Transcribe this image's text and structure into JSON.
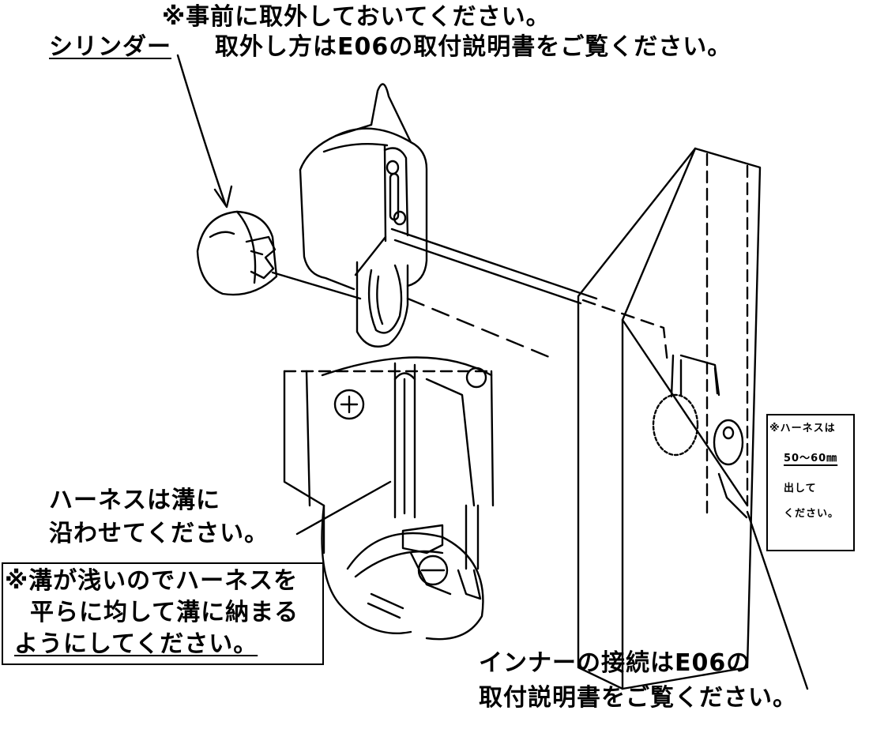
{
  "notes": {
    "top_line1": "※事前に取外しておいてください。",
    "top_line2": "取外し方はE06の取付説明書をご覧ください。",
    "cylinder_label": "シリンダー",
    "harness_groove_line1": "ハーネスは溝に",
    "harness_groove_line2": "沿わせてください。",
    "shallow_groove_line1": "※溝が浅いのでハーネスを",
    "shallow_groove_line2": "平らに均して溝に納まる",
    "shallow_groove_line3": "ようにしてください。",
    "harness_length_line1": "※ハーネスは",
    "harness_length_line2": "50～60㎜",
    "harness_length_line3": "出して",
    "harness_length_line4": "ください。",
    "inner_line1": "インナーの接続はE06の",
    "inner_line2": "取付説明書をご覧ください。"
  },
  "colors": {
    "ink": "#000000",
    "paper": "#ffffff",
    "hatch": "#555555"
  }
}
